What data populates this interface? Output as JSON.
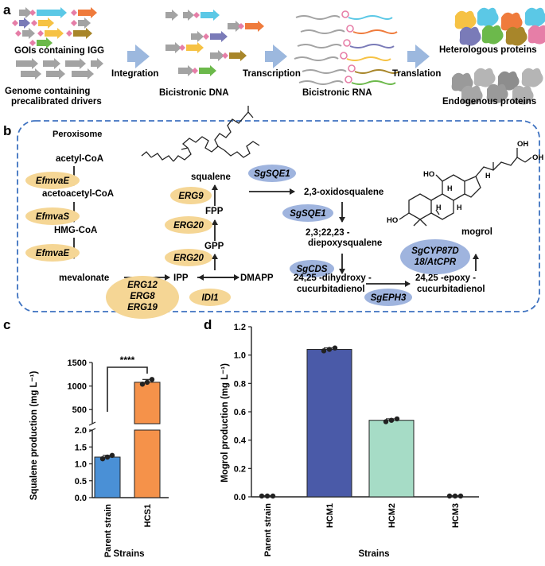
{
  "panel_a": {
    "letter": "a",
    "gois_label": "GOIs containing IGG",
    "genome_label_1": "Genome containing",
    "genome_label_2": "precalibrated drivers",
    "integration": "Integration",
    "bicistronic_dna": "Bicistronic DNA",
    "transcription": "Transcription",
    "bicistronic_rna": "Bicistronic RNA",
    "translation": "Translation",
    "heterologous": "Heterologous proteins",
    "endogenous": "Endogenous proteins",
    "colors": {
      "arrow": "#9cb8de",
      "gene_cyan": "#5bc8e6",
      "gene_orange": "#ef7b3c",
      "gene_yellow": "#f6c244",
      "gene_green": "#6cb94b",
      "gene_purple": "#7a7bb8",
      "gene_olive": "#a8862a",
      "gene_gray": "#a3a3a3",
      "igg_pink": "#e67ea7"
    }
  },
  "panel_b": {
    "letter": "b",
    "peroxisome": "Peroxisome",
    "metabolites": {
      "acetyl_coa": "acetyl-CoA",
      "acetoacetyl_coa": "acetoacetyl-CoA",
      "hmg_coa": "HMG-CoA",
      "mevalonate": "mevalonate",
      "ipp": "IPP",
      "dmapp": "DMAPP",
      "gpp": "GPP",
      "fpp": "FPP",
      "squalene": "squalene",
      "oxidosqualene": "2,3-oxidosqualene",
      "diepoxy_1": "2,3;22,23 -",
      "diepoxy_2": "diepoxysqualene",
      "dihydroxy_1": "24,25 -dihydroxy -",
      "dihydroxy_2": "cucurbitadienol",
      "epoxy_1": "24,25 -epoxy -",
      "epoxy_2": "cucurbitadienol",
      "mogrol": "mogrol"
    },
    "enzymes_yeast": {
      "e1": "EfmvaE",
      "e2": "EfmvaS",
      "e3": "EfmvaE",
      "erg12": "ERG12",
      "erg8": "ERG8",
      "erg19": "ERG19",
      "idi1": "IDI1",
      "erg20a": "ERG20",
      "erg20b": "ERG20",
      "erg9": "ERG9"
    },
    "enzymes_plant": {
      "sqe1a": "SgSQE1",
      "sqe1b": "SgSQE1",
      "cds": "SgCDS",
      "eph3": "SgEPH3",
      "cyp_1": "SgCYP87D",
      "cyp_2": "18/AtCPR"
    },
    "structure_labels": {
      "oh_top": "OH",
      "oh_right": "OH",
      "ho_left": "HO",
      "ho_bottom": "HO",
      "h1": "H",
      "h2": "H",
      "h3": "H",
      "h4": "H"
    },
    "colors": {
      "yellow_ellipse": "#f5d695",
      "blue_ellipse": "#9fb4de",
      "dash_border": "#3e72c0"
    }
  },
  "panel_c": {
    "letter": "c",
    "ylabel": "Squalene production (mg L⁻¹)",
    "xlabel": "Strains",
    "significance": "****",
    "yticks_lower": [
      "0.0",
      "0.5",
      "1.0",
      "1.5",
      "2.0"
    ],
    "yticks_upper": [
      "500",
      "1000",
      "1500"
    ],
    "categories": [
      "Parent strain",
      "HCS1"
    ]
  },
  "panel_d": {
    "letter": "d",
    "ylabel": "Mogrol production (mg L⁻¹)",
    "xlabel": "Strains",
    "yticks": [
      "0.0",
      "0.2",
      "0.4",
      "0.6",
      "0.8",
      "1.0",
      "1.2"
    ],
    "categories": [
      "Parent strain",
      "HCM1",
      "HCM2",
      "HCM3"
    ]
  },
  "chart_data": [
    {
      "type": "bar",
      "panel": "c",
      "title": "",
      "xlabel": "Strains",
      "ylabel": "Squalene production (mg L⁻¹)",
      "categories": [
        "Parent strain",
        "HCS1"
      ],
      "values": [
        1.2,
        1080
      ],
      "errors": [
        0.05,
        60
      ],
      "points": [
        [
          1.15,
          1.2,
          1.25
        ],
        [
          1040,
          1080,
          1140
        ]
      ],
      "colors": [
        "#4a90d6",
        "#f5924a"
      ],
      "broken_axis": {
        "lower": [
          0,
          2.0
        ],
        "upper": [
          200,
          1500
        ]
      },
      "significance": "****",
      "grid": false
    },
    {
      "type": "bar",
      "panel": "d",
      "title": "",
      "xlabel": "Strains",
      "ylabel": "Mogrol production (mg L⁻¹)",
      "categories": [
        "Parent strain",
        "HCM1",
        "HCM2",
        "HCM3"
      ],
      "values": [
        0.0,
        1.04,
        0.54,
        0.0
      ],
      "errors": [
        0,
        0.01,
        0.01,
        0
      ],
      "points": [
        [
          0,
          0,
          0
        ],
        [
          1.03,
          1.04,
          1.05
        ],
        [
          0.53,
          0.54,
          0.55
        ],
        [
          0,
          0,
          0
        ]
      ],
      "colors": [
        "#2b2b2b",
        "#4a5aa8",
        "#a6dcc6",
        "#2b2b2b"
      ],
      "ylim": [
        0,
        1.2
      ],
      "grid": false
    }
  ]
}
